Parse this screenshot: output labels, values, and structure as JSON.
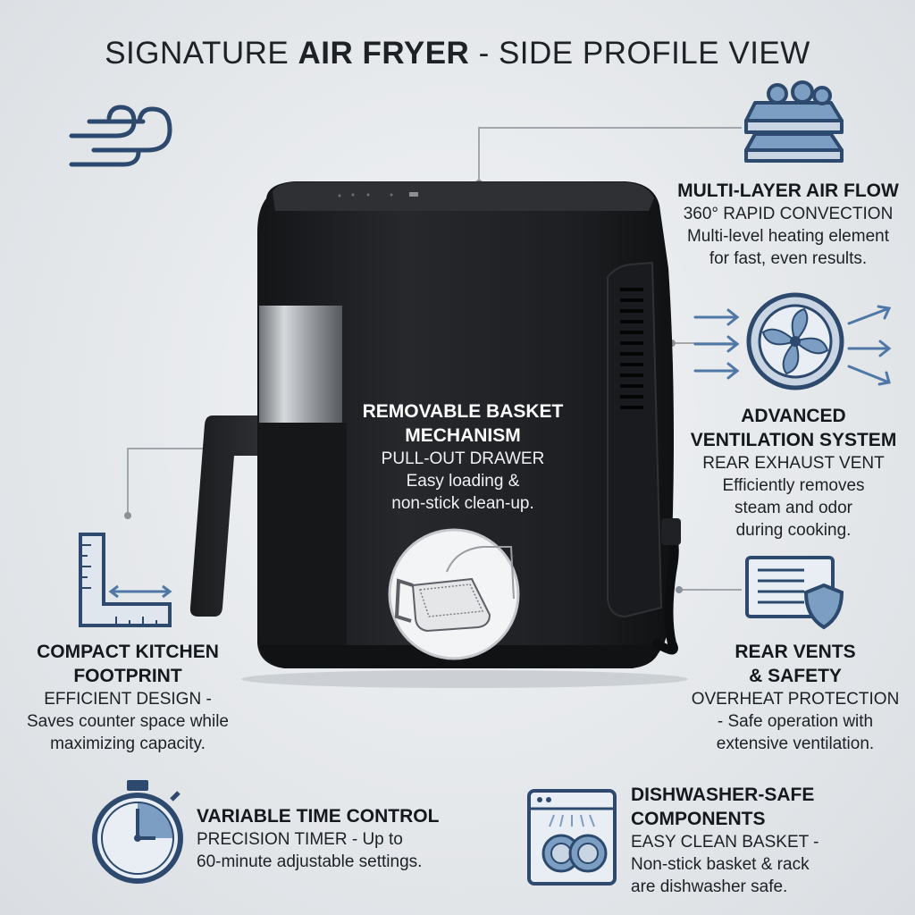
{
  "title": {
    "part1": "SIGNATURE ",
    "part2": "AIR FRYER",
    "part3": " - SIDE PROFILE VIEW"
  },
  "colors": {
    "accent": "#2d4a6e",
    "icon_fill": "#7c9ec2",
    "fryer_body": "#1c1e21",
    "background": "#e6e9ec"
  },
  "callouts": {
    "multi_layer": {
      "heading": "MULTI-LAYER AIR FLOW",
      "line1": "360° RAPID CONVECTION",
      "line2": "Multi-level heating element",
      "line3": "for fast, even results.",
      "icon": "layered-trays-icon"
    },
    "ventilation": {
      "heading1": "ADVANCED",
      "heading2": "VENTILATION SYSTEM",
      "line1": "REAR EXHAUST VENT",
      "line2": "Efficiently removes",
      "line3": "steam and odor",
      "line4": "during cooking.",
      "icon": "fan-icon"
    },
    "rear_vents": {
      "heading1": "REAR VENTS",
      "heading2": "& SAFETY",
      "line1": "OVERHEAT PROTECTION",
      "line2": "- Safe operation with",
      "line3": "extensive ventilation.",
      "icon": "vent-shield-icon"
    },
    "dishwasher": {
      "heading1": "DISHWASHER-SAFE",
      "heading2": "COMPONENTS",
      "line1": "EASY CLEAN BASKET -",
      "line2": "Non-stick basket & rack",
      "line3": "are dishwasher safe.",
      "icon": "dishwasher-icon"
    },
    "timer": {
      "heading": "VARIABLE TIME CONTROL",
      "line1": "PRECISION TIMER - Up to",
      "line2": "60-minute adjustable settings.",
      "icon": "stopwatch-icon"
    },
    "compact": {
      "heading1": "COMPACT KITCHEN",
      "heading2": "FOOTPRINT",
      "line1": "EFFICIENT DESIGN -",
      "line2": "Saves counter space while",
      "line3": "maximizing capacity.",
      "icon": "ruler-icon"
    },
    "basket": {
      "heading1": "REMOVABLE BASKET",
      "heading2": "MECHANISM",
      "line1": "PULL-OUT DRAWER",
      "line2": "Easy loading &",
      "line3": "non-stick clean-up.",
      "icon": "basket-icon"
    },
    "airflow_icon": "wind-icon"
  }
}
